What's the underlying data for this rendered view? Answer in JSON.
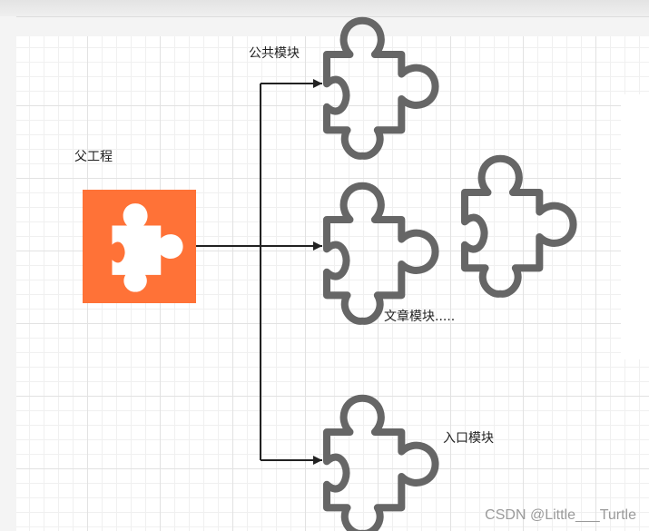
{
  "diagram": {
    "parent": {
      "label": "父工程",
      "fill": "#ff7237",
      "icon": "puzzle-piece-icon"
    },
    "modules": [
      {
        "label": "公共模块",
        "icon": "puzzle-piece-outline-icon"
      },
      {
        "label": "文章模块.....",
        "icon": "puzzle-piece-outline-icon"
      },
      {
        "label": "入口模块",
        "icon": "puzzle-piece-outline-icon"
      }
    ],
    "extra_piece": {
      "icon": "puzzle-piece-outline-icon"
    },
    "colors": {
      "connector": "#222222",
      "outline": "#666666",
      "piece_white": "#ffffff"
    }
  },
  "watermark": "CSDN @Little___Turtle"
}
